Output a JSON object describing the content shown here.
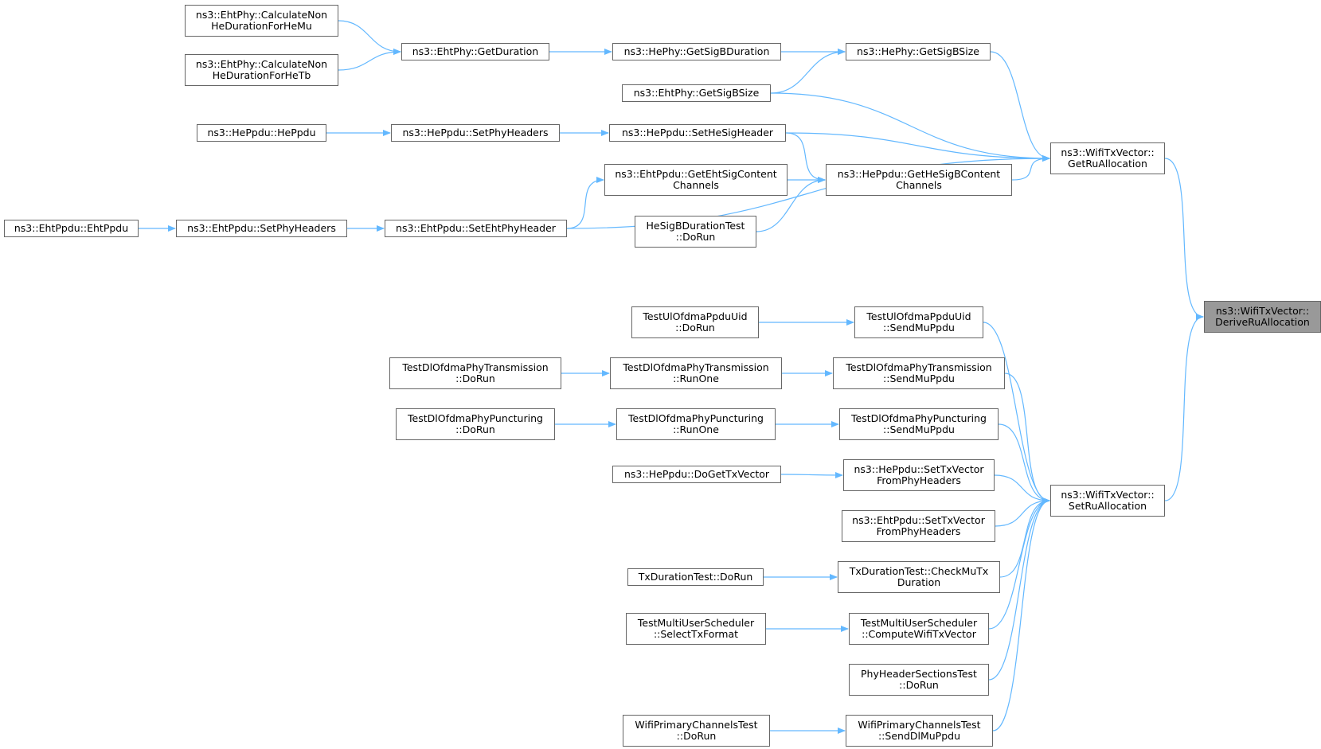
{
  "colors": {
    "edge": "#63b8ff",
    "node_border": "#666666",
    "node_fill": "#ffffff",
    "root_fill": "#999999"
  },
  "nodes": {
    "n1": {
      "line1": "ns3::EhtPhy::CalculateNon",
      "line2": "HeDurationForHeMu"
    },
    "n2": {
      "line1": "ns3::EhtPhy::CalculateNon",
      "line2": "HeDurationForHeTb"
    },
    "n3": {
      "line1": "ns3::EhtPhy::GetDuration",
      "line2": ""
    },
    "n4": {
      "line1": "ns3::HePhy::GetSigBDuration",
      "line2": ""
    },
    "n5": {
      "line1": "ns3::HePhy::GetSigBSize",
      "line2": ""
    },
    "n6": {
      "line1": "ns3::EhtPhy::GetSigBSize",
      "line2": ""
    },
    "n7": {
      "line1": "ns3::HePpdu::HePpdu",
      "line2": ""
    },
    "n8": {
      "line1": "ns3::HePpdu::SetPhyHeaders",
      "line2": ""
    },
    "n9": {
      "line1": "ns3::HePpdu::SetHeSigHeader",
      "line2": ""
    },
    "n10": {
      "line1": "ns3::EhtPpdu::GetEhtSigContent",
      "line2": "Channels"
    },
    "n11": {
      "line1": "ns3::HePpdu::GetHeSigBContent",
      "line2": "Channels"
    },
    "n12": {
      "line1": "ns3::WifiTxVector::",
      "line2": "GetRuAllocation"
    },
    "n13": {
      "line1": "HeSigBDurationTest",
      "line2": "::DoRun"
    },
    "n14": {
      "line1": "ns3::EhtPpdu::EhtPpdu",
      "line2": ""
    },
    "n15": {
      "line1": "ns3::EhtPpdu::SetPhyHeaders",
      "line2": ""
    },
    "n16": {
      "line1": "ns3::EhtPpdu::SetEhtPhyHeader",
      "line2": ""
    },
    "n17": {
      "line1": "ns3::WifiTxVector::",
      "line2": "DeriveRuAllocation"
    },
    "n18": {
      "line1": "TestUlOfdmaPpduUid",
      "line2": "::DoRun"
    },
    "n19": {
      "line1": "TestUlOfdmaPpduUid",
      "line2": "::SendMuPpdu"
    },
    "n20": {
      "line1": "TestDlOfdmaPhyTransmission",
      "line2": "::DoRun"
    },
    "n21": {
      "line1": "TestDlOfdmaPhyTransmission",
      "line2": "::RunOne"
    },
    "n22": {
      "line1": "TestDlOfdmaPhyTransmission",
      "line2": "::SendMuPpdu"
    },
    "n23": {
      "line1": "TestDlOfdmaPhyPuncturing",
      "line2": "::DoRun"
    },
    "n24": {
      "line1": "TestDlOfdmaPhyPuncturing",
      "line2": "::RunOne"
    },
    "n25": {
      "line1": "TestDlOfdmaPhyPuncturing",
      "line2": "::SendMuPpdu"
    },
    "n26": {
      "line1": "ns3::HePpdu::DoGetTxVector",
      "line2": ""
    },
    "n27": {
      "line1": "ns3::HePpdu::SetTxVector",
      "line2": "FromPhyHeaders"
    },
    "n28": {
      "line1": "ns3::WifiTxVector::",
      "line2": "SetRuAllocation"
    },
    "n29": {
      "line1": "ns3::EhtPpdu::SetTxVector",
      "line2": "FromPhyHeaders"
    },
    "n30": {
      "line1": "TxDurationTest::DoRun",
      "line2": ""
    },
    "n31": {
      "line1": "TxDurationTest::CheckMuTx",
      "line2": "Duration"
    },
    "n32": {
      "line1": "TestMultiUserScheduler",
      "line2": "::SelectTxFormat"
    },
    "n33": {
      "line1": "TestMultiUserScheduler",
      "line2": "::ComputeWifiTxVector"
    },
    "n34": {
      "line1": "PhyHeaderSectionsTest",
      "line2": "::DoRun"
    },
    "n35": {
      "line1": "WifiPrimaryChannelsTest",
      "line2": "::DoRun"
    },
    "n36": {
      "line1": "WifiPrimaryChannelsTest",
      "line2": "::SendDlMuPpdu"
    }
  },
  "edges": [
    [
      "n1",
      "n3"
    ],
    [
      "n2",
      "n3"
    ],
    [
      "n3",
      "n4"
    ],
    [
      "n4",
      "n5"
    ],
    [
      "n6",
      "n5"
    ],
    [
      "n5",
      "n12"
    ],
    [
      "n6",
      "n12"
    ],
    [
      "n7",
      "n8"
    ],
    [
      "n8",
      "n9"
    ],
    [
      "n9",
      "n12"
    ],
    [
      "n9",
      "n11"
    ],
    [
      "n10",
      "n11"
    ],
    [
      "n16",
      "n10"
    ],
    [
      "n11",
      "n12"
    ],
    [
      "n13",
      "n11"
    ],
    [
      "n14",
      "n15"
    ],
    [
      "n15",
      "n16"
    ],
    [
      "n16",
      "n12"
    ],
    [
      "n12",
      "n17"
    ],
    [
      "n18",
      "n19"
    ],
    [
      "n19",
      "n28"
    ],
    [
      "n20",
      "n21"
    ],
    [
      "n21",
      "n22"
    ],
    [
      "n22",
      "n28"
    ],
    [
      "n23",
      "n24"
    ],
    [
      "n24",
      "n25"
    ],
    [
      "n25",
      "n28"
    ],
    [
      "n26",
      "n27"
    ],
    [
      "n27",
      "n28"
    ],
    [
      "n29",
      "n28"
    ],
    [
      "n30",
      "n31"
    ],
    [
      "n31",
      "n28"
    ],
    [
      "n32",
      "n33"
    ],
    [
      "n33",
      "n28"
    ],
    [
      "n34",
      "n28"
    ],
    [
      "n35",
      "n36"
    ],
    [
      "n36",
      "n28"
    ],
    [
      "n28",
      "n17"
    ]
  ]
}
